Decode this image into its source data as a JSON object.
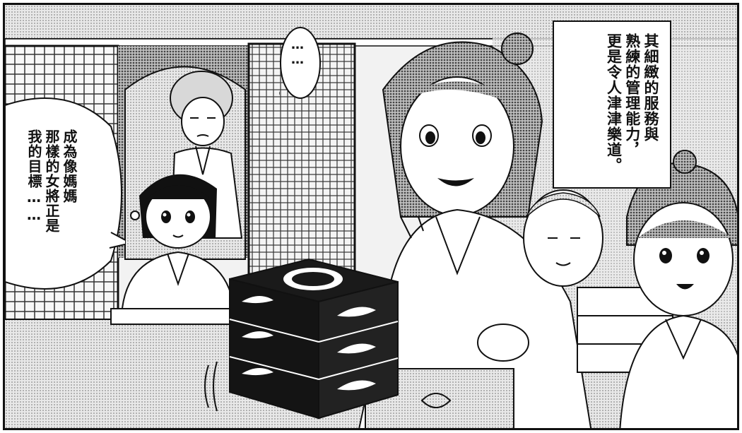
{
  "narration": {
    "lines": [
      "其細緻的服務與",
      "熟練的管理能力，",
      "更是令人津津樂道。"
    ]
  },
  "speech_dots": {
    "text": "……"
  },
  "speech_left": {
    "lines": [
      "成為像媽媽",
      "那樣的女將正是",
      "我的目標……"
    ]
  },
  "colors": {
    "ink": "#111111",
    "paper": "#ffffff",
    "screentone": "#bdbdbd"
  }
}
